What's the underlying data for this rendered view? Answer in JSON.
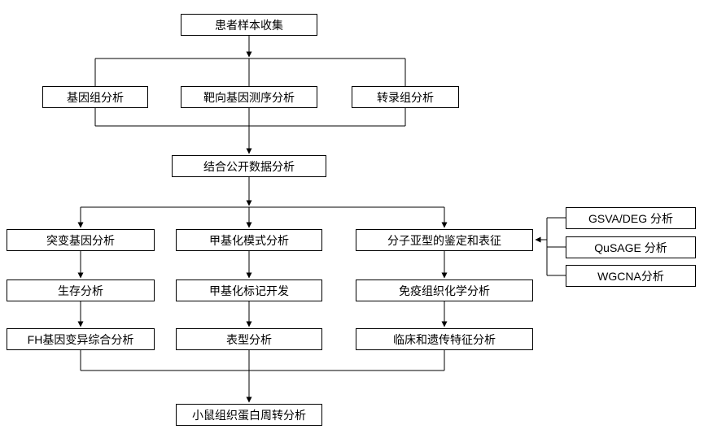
{
  "diagram": {
    "type": "flowchart",
    "nodes": {
      "patient_sample": "患者样本收集",
      "genome": "基因组分析",
      "targeted_seq": "靶向基因测序分析",
      "transcriptome": "转录组分析",
      "public_data": "结合公开数据分析",
      "mutation_gene": "突变基因分析",
      "survival": "生存分析",
      "fh_variant": "FH基因变异综合分析",
      "methylation_pattern": "甲基化模式分析",
      "methylation_marker": "甲基化标记开发",
      "phenotype": "表型分析",
      "molecular_subtype": "分子亚型的鉴定和表征",
      "ihc": "免疫组织化学分析",
      "clinical_genetic": "临床和遗传特征分析",
      "gsva_deg": "GSVA/DEG 分析",
      "qusage": "QuSAGE 分析",
      "wgcna": "WGCNA分析",
      "mouse_protein": "小鼠组织蛋白周转分析"
    },
    "edges": [
      "patient_sample -> genome",
      "patient_sample -> targeted_seq",
      "patient_sample -> transcriptome",
      "genome -> public_data",
      "targeted_seq -> public_data",
      "transcriptome -> public_data",
      "public_data -> mutation_gene",
      "public_data -> methylation_pattern",
      "public_data -> molecular_subtype",
      "mutation_gene -> survival",
      "survival -> fh_variant",
      "methylation_pattern -> methylation_marker",
      "methylation_marker -> phenotype",
      "molecular_subtype -> ihc",
      "ihc -> clinical_genetic",
      "gsva_deg -> molecular_subtype",
      "qusage -> molecular_subtype",
      "wgcna -> molecular_subtype",
      "fh_variant -> mouse_protein",
      "phenotype -> mouse_protein",
      "clinical_genetic -> mouse_protein"
    ],
    "colors": {
      "line": "#000000",
      "box_border": "#000000",
      "box_fill": "#ffffff",
      "text": "#000000",
      "background": "#ffffff"
    }
  }
}
